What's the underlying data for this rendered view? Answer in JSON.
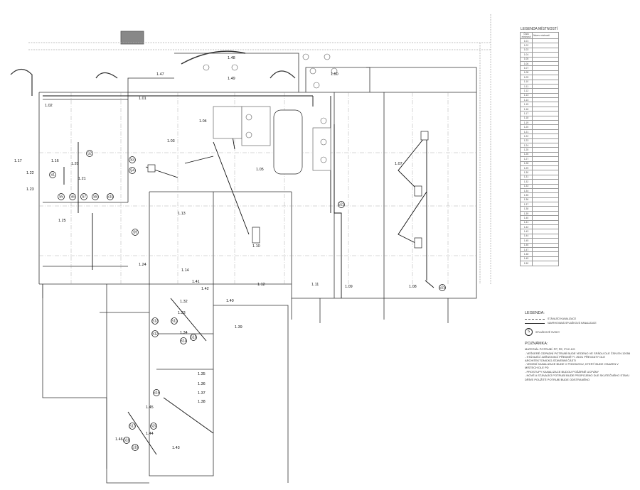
{
  "legend_rooms": {
    "title": "LEGENDA MÍSTNOSTÍ",
    "header": [
      "Číslo místnosti",
      "Název místnosti"
    ],
    "numbers": [
      "1.01",
      "1.02",
      "1.03",
      "1.04",
      "1.05",
      "1.06",
      "1.07",
      "1.08",
      "1.09",
      "1.10",
      "1.11",
      "1.12",
      "1.13",
      "1.14",
      "1.15",
      "1.16",
      "1.17",
      "1.18",
      "1.19",
      "1.20",
      "1.21",
      "1.22",
      "1.23",
      "1.24",
      "1.25",
      "1.26",
      "1.27",
      "1.28",
      "1.29",
      "1.30",
      "1.31",
      "1.32",
      "1.33",
      "1.34",
      "1.35",
      "1.36",
      "1.37",
      "1.38",
      "1.39",
      "1.40",
      "1.41",
      "1.42",
      "1.43",
      "1.44",
      "1.45",
      "1.46",
      "1.47",
      "1.48",
      "1.49",
      "1.50"
    ]
  },
  "legend": {
    "title": "LEGENDA:",
    "items": [
      "STÁVAJÍCÍ KANALIZACE",
      "NAVRHOVANÁ SPLAŠKOVÁ KANALIZACE",
      "SPLAŠKOVÉ SVODY"
    ],
    "marker": "S"
  },
  "notes": {
    "title": "POZNÁMKA:",
    "lines": [
      "MATERIÁL POTRUBÍ: PP, PE, PVC-KG",
      "- VEŠKERÉ ODPADNÍ POTRUBÍ BUDE VEDENO VE SPÁDU DLE ČSN EN 12056",
      "- STÁVAJÍCÍ ZAŘIZOVACÍ PŘEDMĚTY JSOU PŘEVZATY DLE ARCHITEKTONICKO-STAVEBNÍ ČÁSTI",
      "- VEDENÍ KANALIZACE BUDE V PODHLEDU, KTERÝ BUDE OSAZEN V MÍSTECH DLE PD",
      "- PROSTUPY KANALIZACE BUDOU POŽÁRNĚ UCPÁNY",
      "- NOVÉ A STÁVAJÍCÍ POTRUBÍ BUDE PROPOJENO DLE SKUTEČNÉHO STAVU",
      "DŘÍVE POUŽITÉ POTRUBÍ BUDE ODSTRANĚNO"
    ]
  },
  "rooms": [
    "1.01",
    "1.02",
    "1.03",
    "1.04",
    "1.05",
    "1.07",
    "1.08",
    "1.09",
    "1.10",
    "1.11",
    "1.12",
    "1.13",
    "1.14",
    "1.16",
    "1.17",
    "1.20",
    "1.21",
    "1.22",
    "1.23",
    "1.24",
    "1.25",
    "1.32",
    "1.33",
    "1.34",
    "1.35",
    "1.36",
    "1.37",
    "1.38",
    "1.39",
    "1.40",
    "1.41",
    "1.42",
    "1.43",
    "1.44",
    "1.45",
    "1.46",
    "1.47",
    "1.48",
    "1.49",
    "1.50"
  ],
  "risers": [
    "S1",
    "S2",
    "S3",
    "S4",
    "S5",
    "S6",
    "S7",
    "S8",
    "S9",
    "S10",
    "S11",
    "S12",
    "S13",
    "S14",
    "S15",
    "S16",
    "S17",
    "S18",
    "S19",
    "S20",
    "S22",
    "S23"
  ]
}
